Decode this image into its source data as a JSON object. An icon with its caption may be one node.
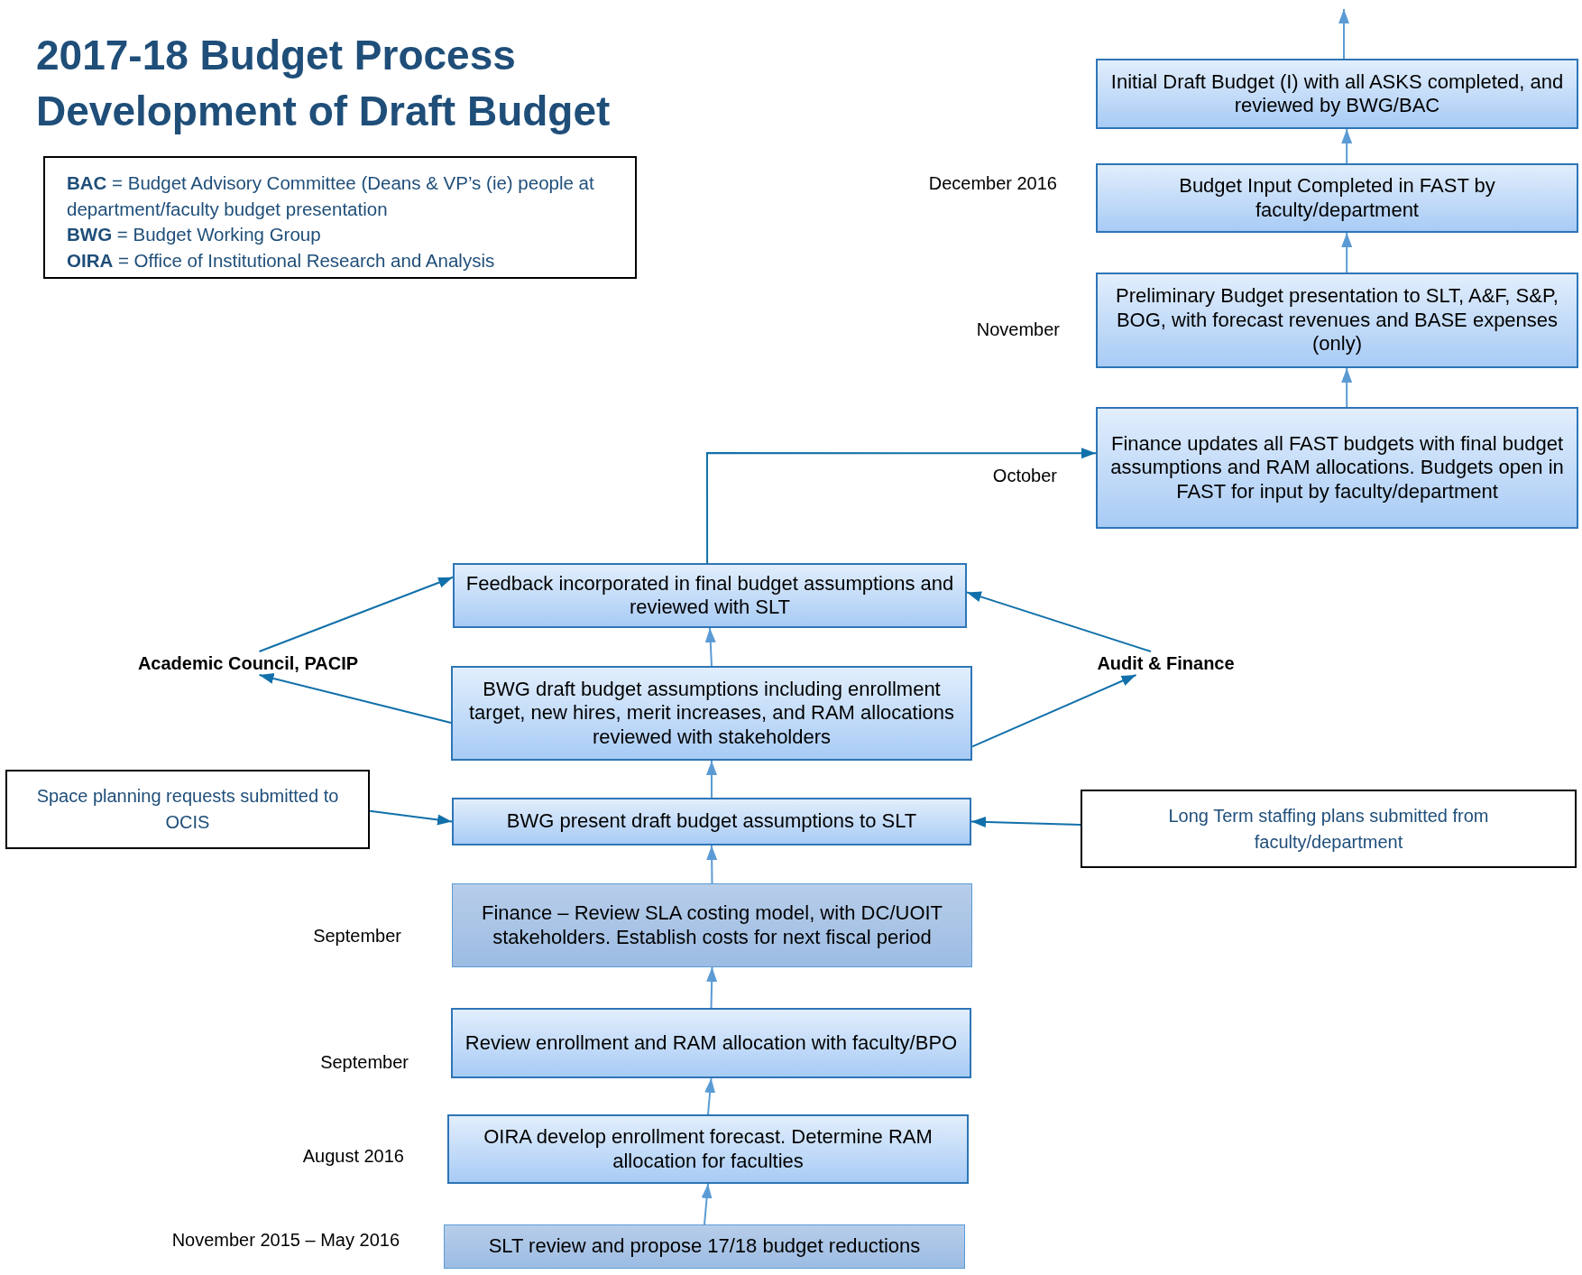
{
  "diagram": {
    "title": "2017-18 Budget Process Development of Draft Budget",
    "nodes": [
      {
        "text": [
          "Initial Draft Budget (I) with all ASKS completed, and reviewed by BWG/BAC"
        ]
      },
      {
        "text": [
          "Budget Input Completed in FAST by faculty/department"
        ],
        "beside": [
          "December 2016"
        ]
      },
      {
        "text": [
          "Preliminary Budget presentation to SLT, A&F, S&P, BOG, with forecast revenues and BASE expenses (only)"
        ],
        "beside": [
          "November"
        ]
      },
      {
        "text": [
          "Finance updates all FAST budgets with final budget assumptions and RAM allocations. Budgets open in FAST for input by faculty/department"
        ],
        "beside": [
          "October"
        ]
      },
      {
        "text": [
          "Feedback incorporated in final budget assumptions and reviewed with SLT"
        ]
      },
      {
        "text": [
          "Academic Council, PACIP"
        ]
      },
      {
        "text": [
          "Audit & Finance"
        ]
      },
      {
        "text": [
          "BWG draft budget assumptions including enrollment target, new hires, merit increases, and RAM allocations reviewed with stakeholders"
        ]
      },
      {
        "text": [
          "Space planning requests submitted to OCIS"
        ]
      },
      {
        "text": [
          "BWG present draft budget assumptions to SLT"
        ]
      },
      {
        "text": [
          "Long Term staffing plans submitted from faculty/department"
        ]
      },
      {
        "text": [
          "Finance – Review SLA costing model, with DC/UOIT stakeholders. Establish costs for next fiscal period"
        ],
        "beside": [
          "September"
        ]
      },
      {
        "text": [
          "Review enrollment and RAM allocation with faculty/BPO"
        ],
        "beside": [
          "September"
        ]
      },
      {
        "text": [
          "OIRA develop enrollment forecast. Determine RAM allocation for faculties"
        ],
        "beside": [
          "August 2016"
        ]
      },
      {
        "text": [
          "SLT review and propose 17/18 budget reductions"
        ],
        "beside": [
          "November 2015 – May 2016"
        ]
      }
    ],
    "edges": [
      {
        "from": 0,
        "to": null,
        "arrow": "to"
      },
      {
        "from": 1,
        "to": 0,
        "arrow": "to"
      },
      {
        "from": 2,
        "to": 1,
        "arrow": "to"
      },
      {
        "from": 3,
        "to": 2,
        "arrow": "to"
      },
      {
        "from": 4,
        "to": 3,
        "arrow": "to",
        "color": "#1170aa"
      },
      {
        "from": 5,
        "to": 4,
        "arrow": "to",
        "color": "#1170aa"
      },
      {
        "from": 6,
        "to": 4,
        "arrow": "to",
        "color": "#1170aa"
      },
      {
        "from": 7,
        "to": 5,
        "arrow": "to",
        "color": "#1170aa"
      },
      {
        "from": 7,
        "to": 6,
        "arrow": "to",
        "color": "#1170aa"
      },
      {
        "from": 7,
        "to": 4,
        "arrow": "to"
      },
      {
        "from": 9,
        "to": 7,
        "arrow": "to"
      },
      {
        "from": 8,
        "to": 9,
        "arrow": "to",
        "color": "#1170aa"
      },
      {
        "from": 10,
        "to": 9,
        "arrow": "to",
        "color": "#1170aa"
      },
      {
        "from": 11,
        "to": 9,
        "arrow": "to"
      },
      {
        "from": 12,
        "to": 11,
        "arrow": "to"
      },
      {
        "from": 13,
        "to": 12,
        "arrow": "to"
      },
      {
        "from": 14,
        "to": 13,
        "arrow": "to"
      }
    ],
    "labels": [
      "**BAC** = Budget Advisory Committee (Deans & VP’s (ie) people at department/faculty budget presentation",
      "**BWG** = Budget Working Group",
      "**OIRA** = Office of Institutional Research and Analysis"
    ]
  }
}
